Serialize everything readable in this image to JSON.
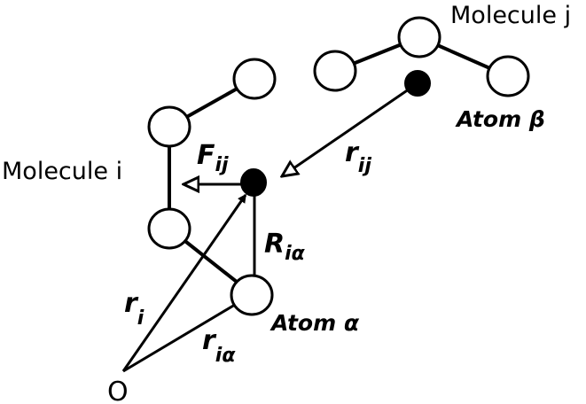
{
  "labels": {
    "molecule_i": "Molecule i",
    "molecule_j": "Molecule j",
    "atom_alpha": "Atom α",
    "atom_beta": "Atom β",
    "origin": "O"
  },
  "symbols": {
    "force": {
      "main": "F",
      "sub": "ij"
    },
    "r_ij": {
      "main": "r",
      "sub": "ij"
    },
    "r_i": {
      "main": "r",
      "sub": "i"
    },
    "r_ialpha": {
      "main": "r",
      "sub": "iα"
    },
    "R_ialpha": {
      "main": "R",
      "sub": "iα"
    }
  }
}
